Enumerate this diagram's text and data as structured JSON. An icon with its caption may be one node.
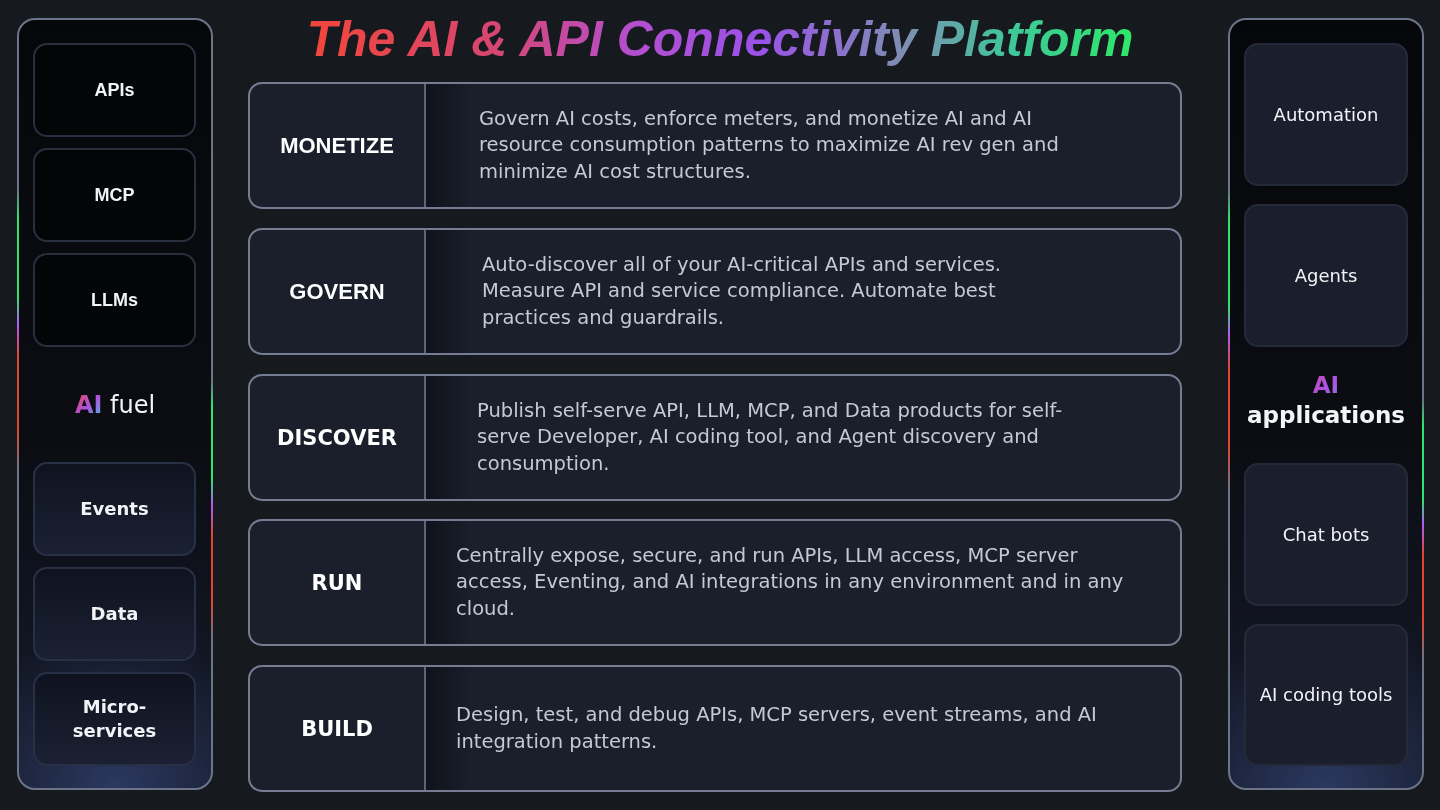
{
  "diagram": {
    "title": "The AI & API Connectivity Platform",
    "nodes": [
      {
        "text": [
          "AI fuel"
        ]
      },
      {
        "text": [
          "APIs"
        ],
        "in": 0
      },
      {
        "text": [
          "MCP"
        ],
        "in": 0
      },
      {
        "text": [
          "LLMs"
        ],
        "in": 0
      },
      {
        "text": [
          "Events"
        ],
        "in": 0
      },
      {
        "text": [
          "Data"
        ],
        "in": 0
      },
      {
        "text": [
          "Micro-services"
        ],
        "in": 0
      },
      {
        "text": [
          "MONETIZE",
          "Govern AI costs, enforce meters, and monetize AI and AI resource consumption patterns to maximize AI rev gen and minimize AI cost structures."
        ]
      },
      {
        "text": [
          "GOVERN",
          "Auto-discover all of your AI-critical APIs and services. Measure API and service compliance. Automate best practices and guardrails."
        ]
      },
      {
        "text": [
          "DISCOVER",
          "Publish self-serve API, LLM, MCP, and Data products for self-serve Developer, AI coding tool, and Agent discovery and consumption."
        ]
      },
      {
        "text": [
          "RUN",
          "Centrally expose, secure, and run APIs, LLM access, MCP server access, Eventing, and AI integrations in any environment and in any cloud."
        ]
      },
      {
        "text": [
          "BUILD",
          "Design, test, and debug APIs, MCP servers, event streams, and AI integration patterns."
        ]
      },
      {
        "text": [
          "AI applications"
        ]
      },
      {
        "text": [
          "Automation"
        ],
        "in": 12
      },
      {
        "text": [
          "Agents"
        ],
        "in": 12
      },
      {
        "text": [
          "Chat bots"
        ],
        "in": 12
      },
      {
        "text": [
          "AI coding tools"
        ],
        "in": 12
      }
    ]
  }
}
